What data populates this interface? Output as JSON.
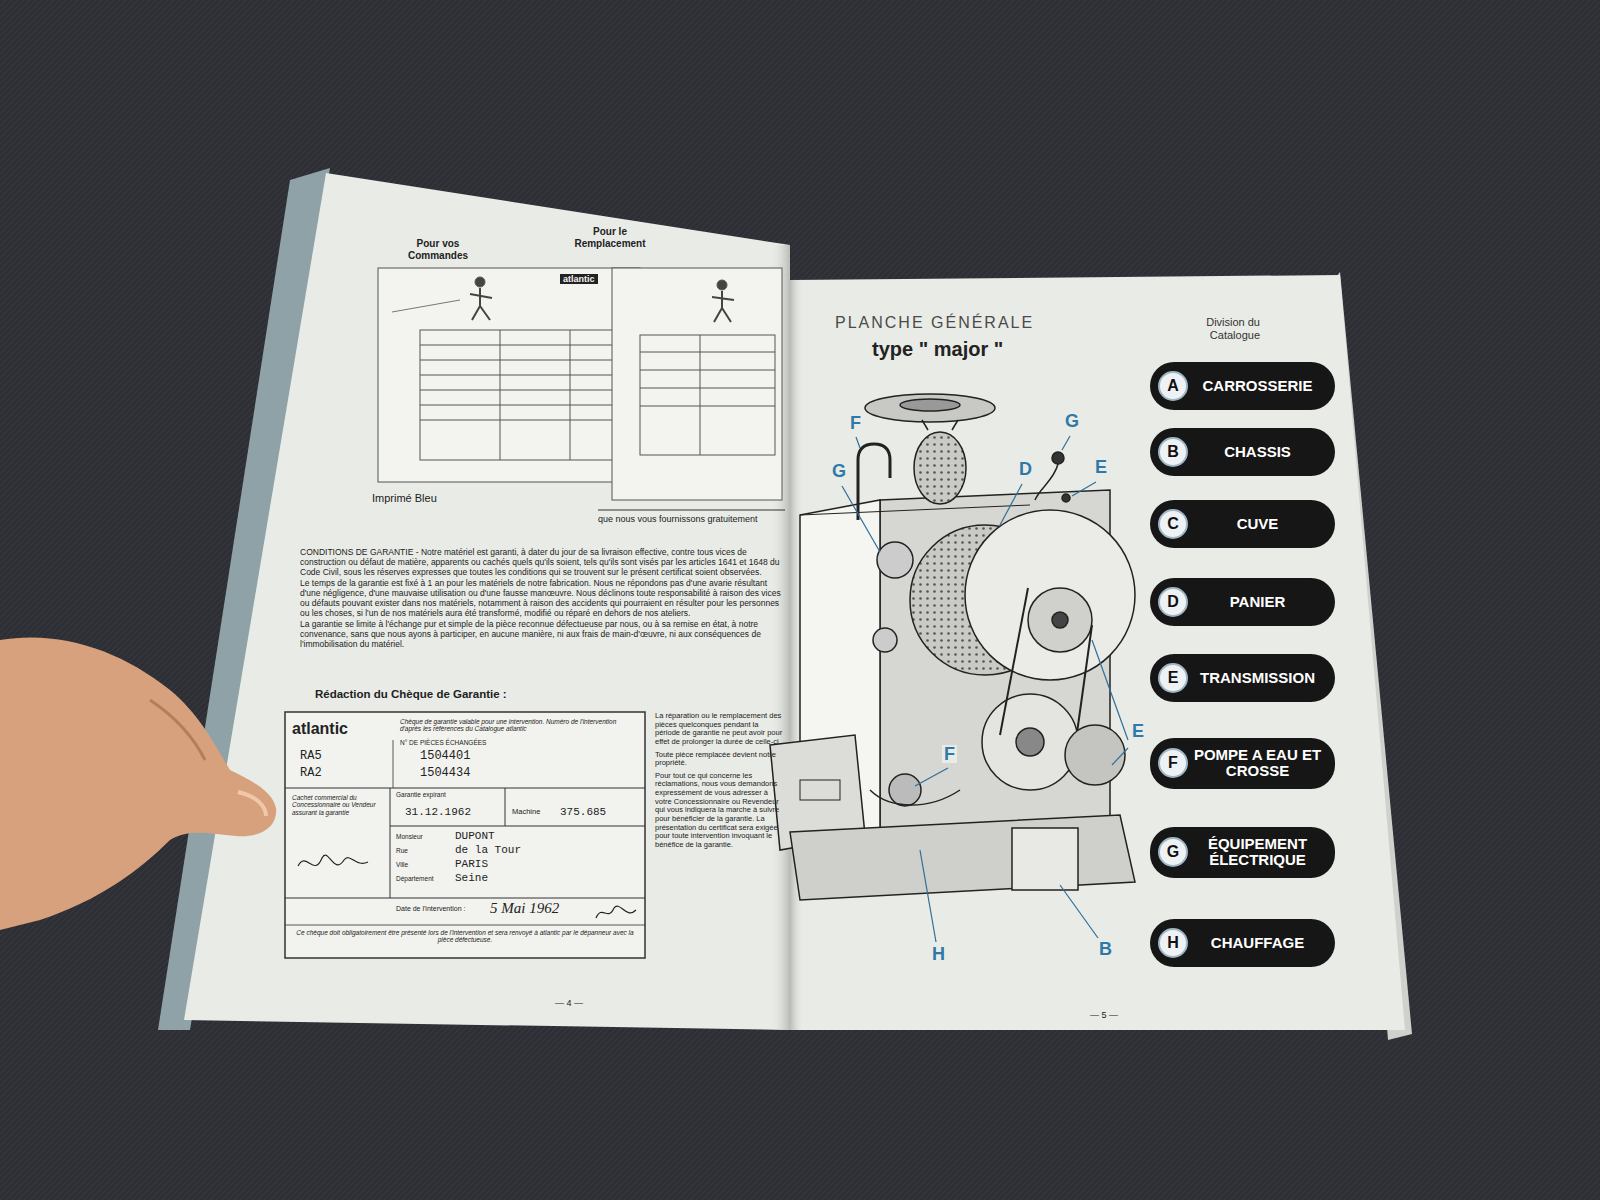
{
  "diagram": {
    "title": "PLANCHE GÉNÉRALE",
    "nodes": [
      {
        "text": [
          "CARROSSERIE"
        ]
      },
      {
        "text": [
          "A"
        ],
        "in": 0
      },
      {
        "text": [
          "CHASSIS"
        ]
      },
      {
        "text": [
          "B"
        ],
        "in": 2
      },
      {
        "text": [
          "CUVE"
        ]
      },
      {
        "text": [
          "C"
        ],
        "in": 4
      },
      {
        "text": [
          "PANIER"
        ]
      },
      {
        "text": [
          "D"
        ],
        "in": 6
      },
      {
        "text": [
          "TRANSMISSION"
        ]
      },
      {
        "text": [
          "E"
        ],
        "in": 8
      },
      {
        "text": [
          "POMPE A EAU ET CROSSE"
        ]
      },
      {
        "text": [
          "F"
        ],
        "in": 10
      },
      {
        "text": [
          "ÉQUIPEMENT ÉLECTRIQUE"
        ]
      },
      {
        "text": [
          "G"
        ],
        "in": 12
      },
      {
        "text": [
          "CHAUFFAGE"
        ]
      },
      {
        "text": [
          "H"
        ],
        "in": 14
      }
    ],
    "labels": [
      "Pour vos Commandes",
      "Pour le Remplacement",
      "atlantic",
      "Imprimé Bleu",
      "que nous vous fournissons gratuitement",
      "CONDITIONS DE GARANTIE - Notre matériel est garanti, à dater du jour de sa livraison effective, contre tous vices de construction ou défaut de matière, apparents ou cachés quels qu'ils soient, tels qu'ils sont visés par les articles 1641 et 1648 du Code Civil, sous les réserves expresses que toutes les conditions qui se trouvent sur le présent certificat soient observées.",
      "Le temps de la garantie est fixé à 1 an pour les matériels de notre fabrication. Nous ne répondons pas d'une avarie résultant d'une négligence, d'une mauvaise utilisation ou d'une fausse manœuvre. Nous déclinons toute responsabilité à raison des vices ou défauts pouvant exister dans nos matériels, notamment à raison des accidents qui pourraient en résulter pour les personnes ou les choses, si l'un de nos matériels aura été transformé, modifié ou réparé en dehors de nos ateliers.",
      "La garantie se limite à l'échange pur et simple de la pièce reconnue défectueuse par nous, ou à sa remise en état, à notre convenance, sans que nous ayons à participer, en aucune manière, ni aux frais de main-d'œuvre, ni aux conséquences de l'immobilisation du matériel.",
      "Rédaction du Chèque de Garantie :",
      "atlantic",
      "Chèque de garantie valable pour une intervention. Numéro de l'intervention d'après les références du Catalogue atlantic",
      "N° DE PIÈCES ÉCHANGÉES",
      "RA5",
      "1504401",
      "RA2",
      "1504434",
      "Cachet commercial du Concessionnaire ou Vendeur assurant la garantie",
      "Garantie expirant",
      "31.12.1962",
      "Machine",
      "375.685",
      "Monsieur",
      "DUPONT",
      "Rue",
      "de la Tour",
      "Ville",
      "PARIS",
      "Département",
      "Seine",
      "Date de l'intervention :",
      "5 Mai 1962",
      "Ce chèque doit obligatoirement être présenté lors de l'intervention et sera renvoyé à atlantic par le dépanneur avec la pièce défectueuse.",
      "La réparation ou le remplacement des pièces quelconques pendant la période de garantie ne peut avoir pour effet de prolonger la durée de celle-ci.",
      "Toute pièce remplacée devient notre propriété.",
      "Pour tout ce qui concerne les réclamations, nous vous demandons expressément de vous adresser à votre Concessionnaire ou Revendeur qui vous indiquera la marche à suivre pour bénéficier de la garantie. La présentation du certificat sera exigée pour toute intervention invoquant le bénéfice de la garantie.",
      "— 4 —",
      "type \" major \"",
      "Division du Catalogue",
      "F",
      "G",
      "G",
      "D",
      "E",
      "E",
      "F",
      "H",
      "B",
      "— 5 —"
    ]
  }
}
